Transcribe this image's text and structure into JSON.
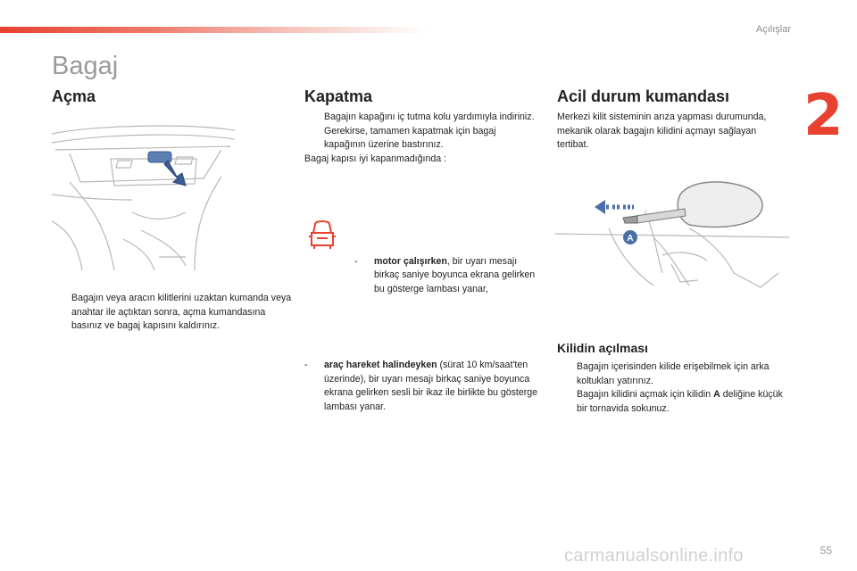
{
  "header": {
    "section": "Açılışlar",
    "chapter_number": "2"
  },
  "page": {
    "title": "Bagaj",
    "number": "55"
  },
  "opening": {
    "heading": "Açma",
    "figure_icon": "tailgate-switch-illustration",
    "bullet_glyph": "",
    "text": "Bagajın veya aracın kilitlerini uzaktan kumanda veya anahtar ile açtıktan sonra, açma kumandasına basınız ve bagaj kapısını kaldırınız."
  },
  "closing": {
    "heading": "Kapatma",
    "bullets": [
      "Bagajın kapağını iç tutma kolu yardımıyla indiriniz.",
      "Gerekirse, tamamen kapatmak için bagaj kapağının üzerine bastırınız."
    ],
    "note": "Bagaj kapısı iyi kapanmadığında :",
    "warning_icon": "boot-open-warning-icon",
    "item1_dash": "-",
    "item1_bold": "motor çalışırken",
    "item1_rest": ", bir uyarı mesajı birkaç saniye boyunca ekrana gelirken bu gösterge lambası yanar,",
    "item2_dash": "-",
    "item2_bold": "araç hareket halindeyken",
    "item2_rest": " (sürat 10 km/saat'ten üzerinde), bir uyarı mesajı birkaç saniye boyunca ekrana gelirken sesli bir ikaz ile birlikte bu gösterge lambası yanar."
  },
  "emergency": {
    "heading": "Acil durum kumandası",
    "text": "Merkezi kilit sisteminin arıza yapması durumunda, mekanik olarak bagajın kilidini açmayı sağlayan tertibat.",
    "figure_icon": "screwdriver-unlock-illustration",
    "figure_label": "A"
  },
  "unlocking": {
    "heading": "Kilidin açılması",
    "bullet1": "Bagajın içerisinden kilide erişebilmek için arka koltukları yatırınız.",
    "bullet2_pre": "Bagajın kilidini açmak için kilidin ",
    "bullet2_bold": "A",
    "bullet2_post": " deliğine küçük bir tornavida sokunuz."
  },
  "watermark": "carmanualsonline.info",
  "colors": {
    "accent": "#e8412f",
    "figure_blue": "#4a6fa8",
    "title_grey": "#9a9a9a"
  }
}
